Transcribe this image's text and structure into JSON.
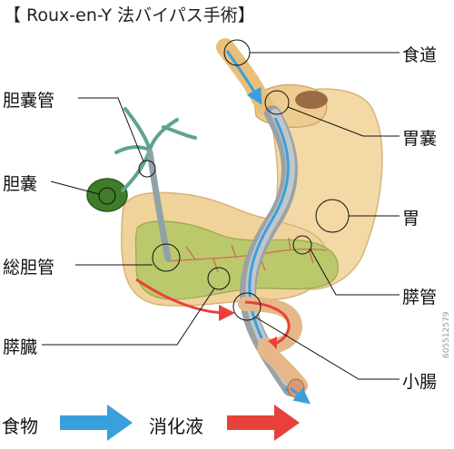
{
  "title": "【 Roux-en-Y 法バイパス手術】",
  "labels": {
    "esophagus": "食道",
    "gastric_pouch": "胃嚢",
    "stomach": "胃",
    "pancreatic_duct": "膵管",
    "small_intestine": "小腸",
    "bile_duct": "胆嚢管",
    "gallbladder": "胆嚢",
    "common_bile_duct": "総胆管",
    "pancreas": "膵臓"
  },
  "legend": {
    "food": "食物",
    "digestive_juice": "消化液"
  },
  "colors": {
    "food_arrow": "#3aa0dc",
    "digestive_arrow": "#e8413c",
    "stomach": "#f3d9a6",
    "pancreas": "#b9c86a",
    "gallbladder": "#3f7d2a",
    "duct": "#5fa38e"
  },
  "watermark": "605512579"
}
